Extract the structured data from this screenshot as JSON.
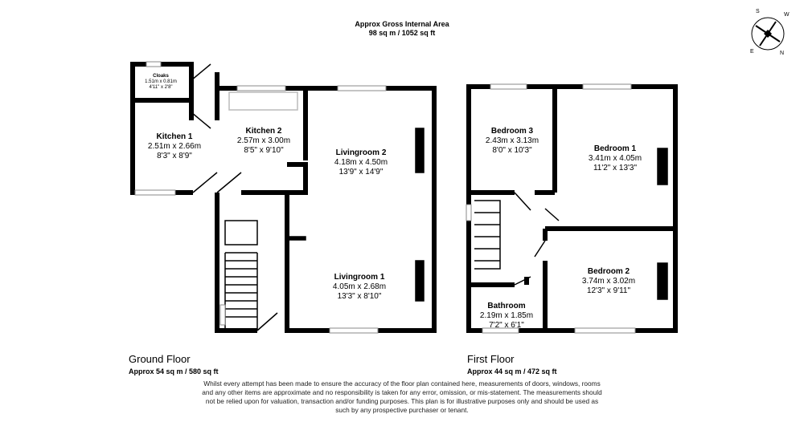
{
  "header": {
    "line1": "Approx Gross Internal Area",
    "line2": "98 sq m / 1052 sq ft"
  },
  "compass": {
    "icon": "compass-rose-icon",
    "letters": [
      "S",
      "W",
      "E",
      "N"
    ]
  },
  "ground_floor": {
    "label": "Ground Floor",
    "area": "Approx 54 sq m / 580 sq ft",
    "rooms": [
      {
        "name": "Cloaks",
        "metric": "1.51m x 0.81m",
        "imperial": "4'11\" x 2'8\""
      },
      {
        "name": "Kitchen 1",
        "metric": "2.51m x 2.66m",
        "imperial": "8'3\" x 8'9\""
      },
      {
        "name": "Kitchen 2",
        "metric": "2.57m x 3.00m",
        "imperial": "8'5\" x 9'10\""
      },
      {
        "name": "Livingroom 2",
        "metric": "4.18m x 4.50m",
        "imperial": "13'9\" x 14'9\""
      },
      {
        "name": "Livingroom 1",
        "metric": "4.05m x 2.68m",
        "imperial": "13'3\" x 8'10\""
      }
    ]
  },
  "first_floor": {
    "label": "First Floor",
    "area": "Approx 44 sq m / 472 sq ft",
    "rooms": [
      {
        "name": "Bedroom 3",
        "metric": "2.43m x 3.13m",
        "imperial": "8'0\" x 10'3\""
      },
      {
        "name": "Bedroom 1",
        "metric": "3.41m x 4.05m",
        "imperial": "11'2\" x 13'3\""
      },
      {
        "name": "Bedroom 2",
        "metric": "3.74m x 3.02m",
        "imperial": "12'3\" x 9'11\""
      },
      {
        "name": "Bathroom",
        "metric": "2.19m x 1.85m",
        "imperial": "7'2\" x 6'1\""
      }
    ]
  },
  "disclaimer": "Whilst every attempt has been made to ensure the accuracy of the floor plan contained here, measurements of doors, windows, rooms and any other items are approximate and no responsibility is taken for any error, omission, or mis-statement. The measurements should not be relied upon for valuation, transaction and/or funding purposes. This plan is for illustrative purposes only and should be used as such by any prospective purchaser or tenant.",
  "colors": {
    "wall": "#000000",
    "fixture": "#bbbbbb"
  }
}
